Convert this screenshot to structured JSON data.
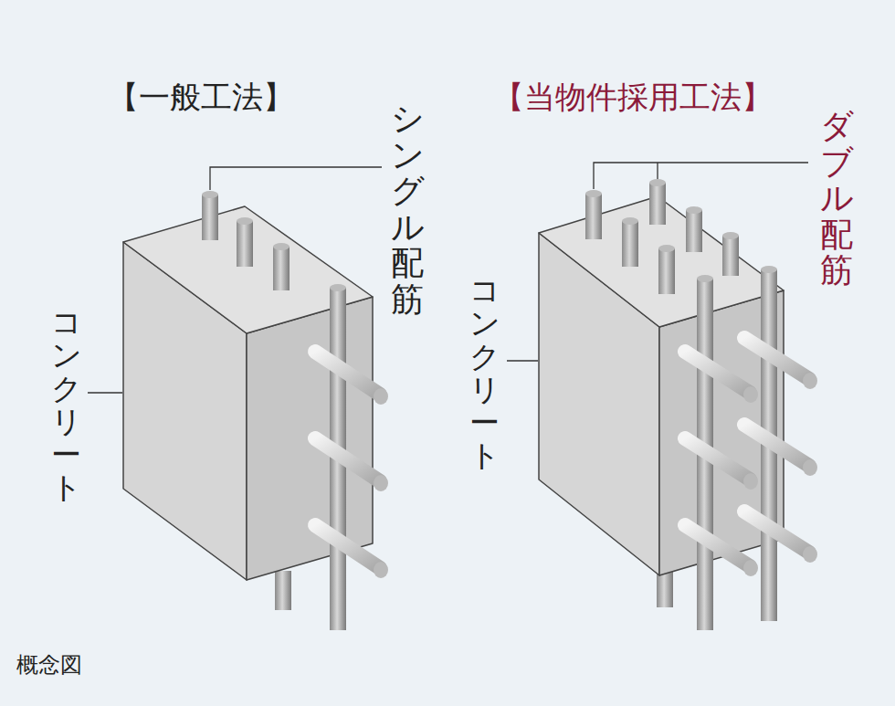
{
  "diagram": {
    "caption": "概念図",
    "labels": [
      "【一般工法】",
      "シングル配筋",
      "コンクリート",
      "【当物件採用工法】",
      "ダブル配筋",
      "コンクリート"
    ]
  }
}
